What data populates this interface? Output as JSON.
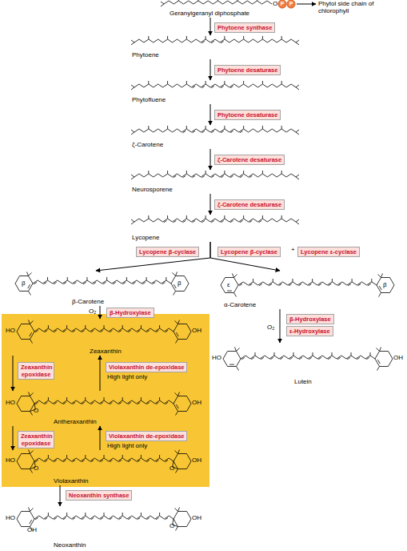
{
  "diagram": {
    "nodes": [
      {
        "text": [
          "Geranylgeranyl diphosphate"
        ]
      },
      {
        "text": [
          "Phytoene synthase"
        ]
      },
      {
        "text": [
          "Phytoene"
        ]
      },
      {
        "text": [
          "Phytoene desaturase"
        ]
      },
      {
        "text": [
          "Phytofluene"
        ]
      },
      {
        "text": [
          "Phytoene desaturase"
        ]
      },
      {
        "text": [
          "ζ-Carotene"
        ]
      },
      {
        "text": [
          "ζ-Carotene desaturase"
        ]
      },
      {
        "text": [
          "Neurosporene"
        ]
      },
      {
        "text": [
          "ζ-Carotene desaturase"
        ]
      },
      {
        "text": [
          "Lycopene"
        ]
      },
      {
        "text": [
          "Lycopene β-cyclase"
        ]
      },
      {
        "text": [
          "Lycopene β-cyclase"
        ]
      },
      {
        "text": [
          "Lycopene ε-cyclase"
        ]
      },
      {
        "text": [
          "β-Carotene"
        ]
      },
      {
        "text": [
          "α-Carotene"
        ]
      },
      {
        "text": [
          "β-Hydroxylase"
        ]
      },
      {
        "text": [
          "β-Hydroxylase"
        ]
      },
      {
        "text": [
          "ε-Hydroxylase"
        ]
      },
      {
        "text": [
          "Zeaxanthin"
        ]
      },
      {
        "text": [
          "Zeaxanthin epoxidase"
        ]
      },
      {
        "text": [
          "Violaxanthin de-epoxidase"
        ]
      },
      {
        "text": [
          "Lutein"
        ]
      },
      {
        "text": [
          "Antheraxanthin"
        ]
      },
      {
        "text": [
          "Zeaxanthin epoxidase"
        ]
      },
      {
        "text": [
          "Violaxanthin de-epoxidase"
        ]
      },
      {
        "text": [
          "Violaxanthin"
        ]
      },
      {
        "text": [
          "Neoxanthin synthase"
        ]
      },
      {
        "text": [
          "Neoxanthin"
        ]
      }
    ],
    "edges": [
      {
        "from": 0,
        "to": 2,
        "arrow": "to"
      },
      {
        "from": 2,
        "to": 4,
        "arrow": "to"
      },
      {
        "from": 4,
        "to": 6,
        "arrow": "to"
      },
      {
        "from": 6,
        "to": 8,
        "arrow": "to"
      },
      {
        "from": 8,
        "to": 10,
        "arrow": "to"
      },
      {
        "from": 10,
        "to": 14,
        "arrow": "to"
      },
      {
        "from": 10,
        "to": 15,
        "arrow": "to"
      },
      {
        "from": 14,
        "to": 19,
        "arrow": "to"
      },
      {
        "from": 15,
        "to": 22,
        "arrow": "to"
      },
      {
        "from": 19,
        "to": 23,
        "arrow": "to"
      },
      {
        "from": 23,
        "to": 19,
        "arrow": "to"
      },
      {
        "from": 23,
        "to": 26,
        "arrow": "to"
      },
      {
        "from": 26,
        "to": 23,
        "arrow": "to"
      },
      {
        "from": 26,
        "to": 28,
        "arrow": "to"
      }
    ],
    "labels": [
      "O",
      "P",
      "P",
      "Phytol side chain of chlorophyll",
      "+",
      "β",
      "β",
      "ε",
      "β",
      "O₂",
      "O₂",
      "OH",
      "HO",
      "High light only",
      "OH",
      "HO",
      "O",
      "OH",
      "HO",
      "High light only",
      "O",
      "O",
      "OH",
      "HO",
      "OH",
      "O",
      "OH",
      "HO"
    ]
  }
}
